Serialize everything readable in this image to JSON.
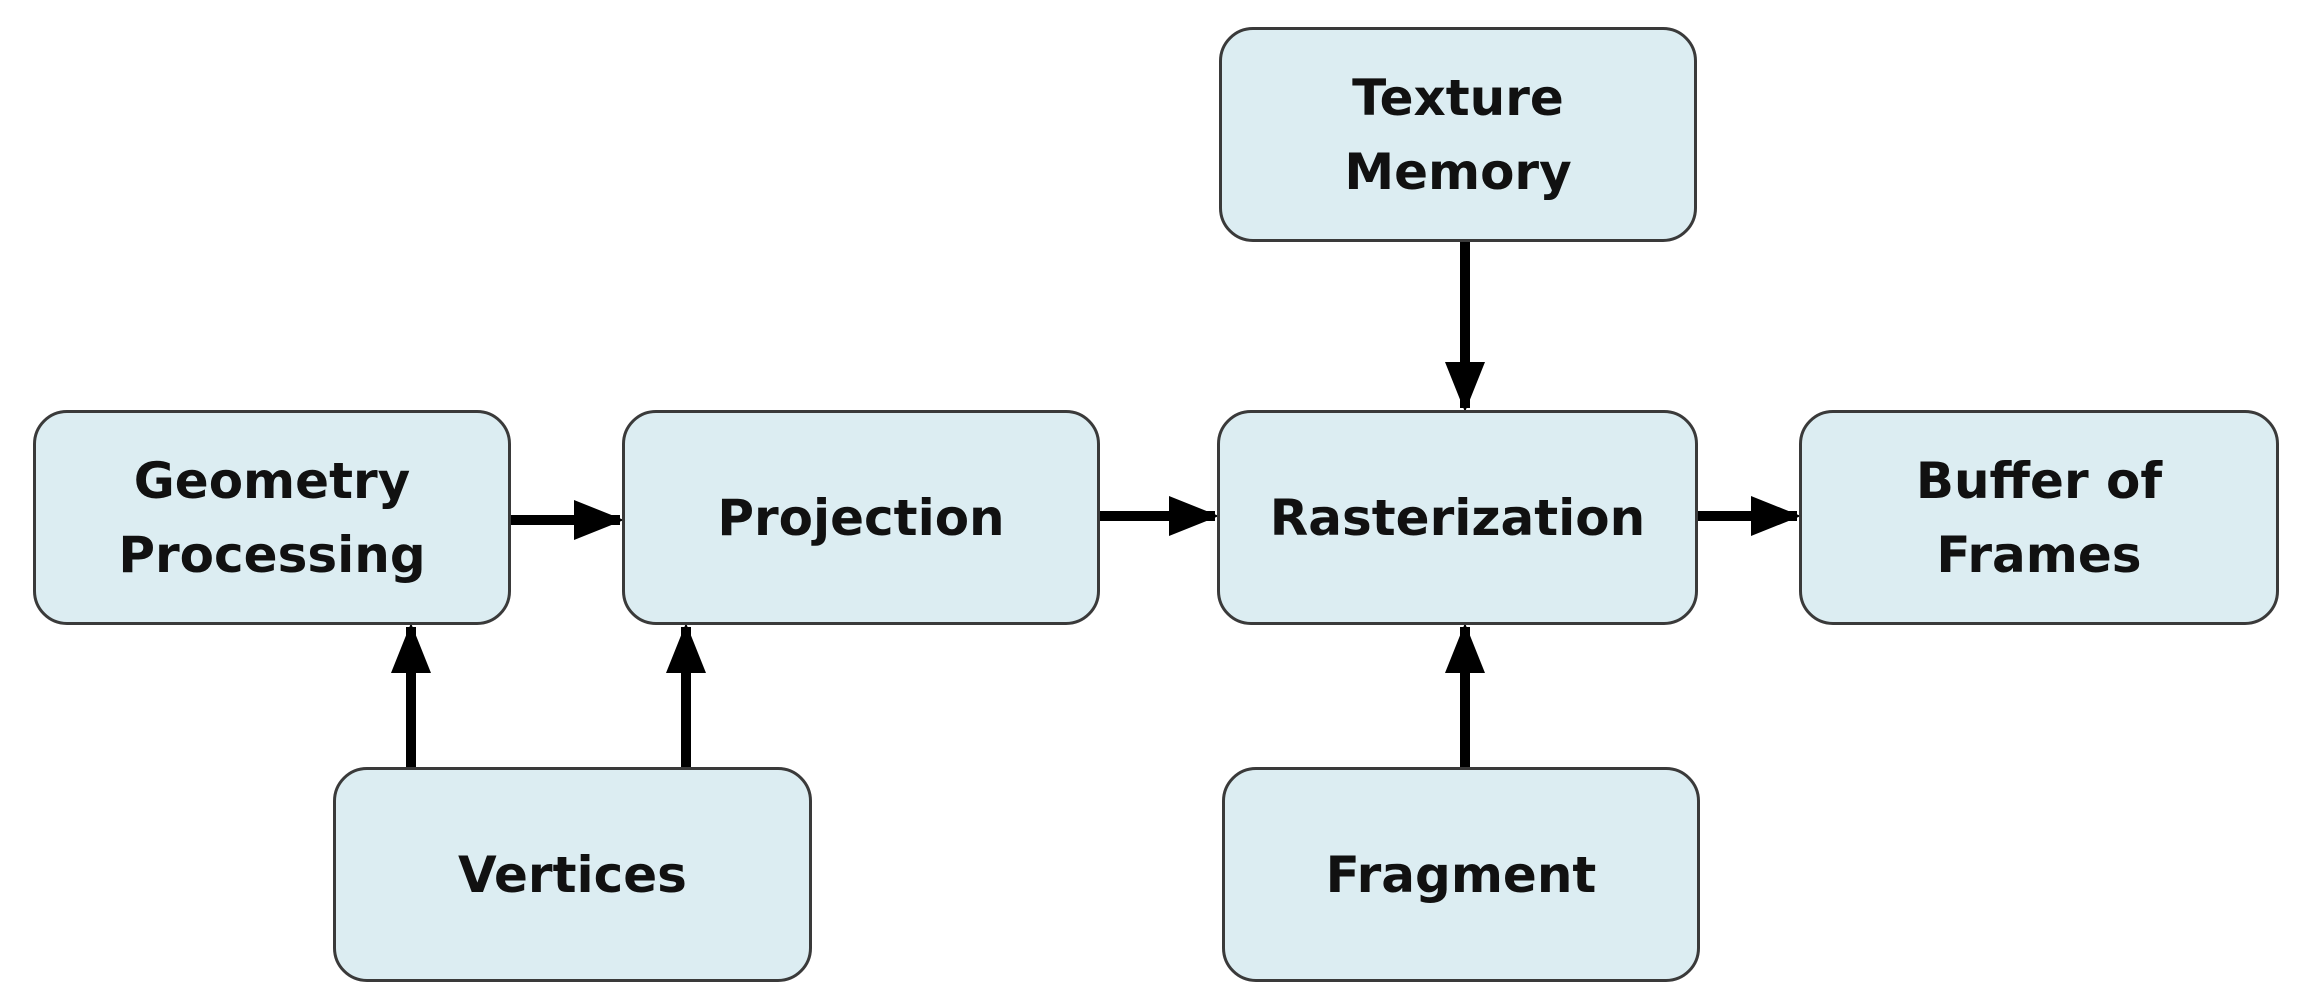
{
  "colors": {
    "node_fill": "#dcedf2",
    "node_border": "#3a3a3a",
    "arrow": "#000000"
  },
  "nodes": {
    "texture_memory": {
      "label_line1": "Texture",
      "label_line2": "Memory"
    },
    "geometry_processing": {
      "label_line1": "Geometry",
      "label_line2": "Processing"
    },
    "projection": {
      "label": "Projection"
    },
    "rasterization": {
      "label": "Rasterization"
    },
    "buffer_of_frames": {
      "label_line1": "Buffer of",
      "label_line2": "Frames"
    },
    "vertices": {
      "label": "Vertices"
    },
    "fragment": {
      "label": "Fragment"
    }
  },
  "edges": [
    {
      "from": "geometry_processing",
      "to": "projection"
    },
    {
      "from": "projection",
      "to": "rasterization"
    },
    {
      "from": "rasterization",
      "to": "buffer_of_frames"
    },
    {
      "from": "texture_memory",
      "to": "rasterization"
    },
    {
      "from": "vertices",
      "to": "geometry_processing"
    },
    {
      "from": "vertices",
      "to": "projection"
    },
    {
      "from": "fragment",
      "to": "rasterization"
    }
  ]
}
